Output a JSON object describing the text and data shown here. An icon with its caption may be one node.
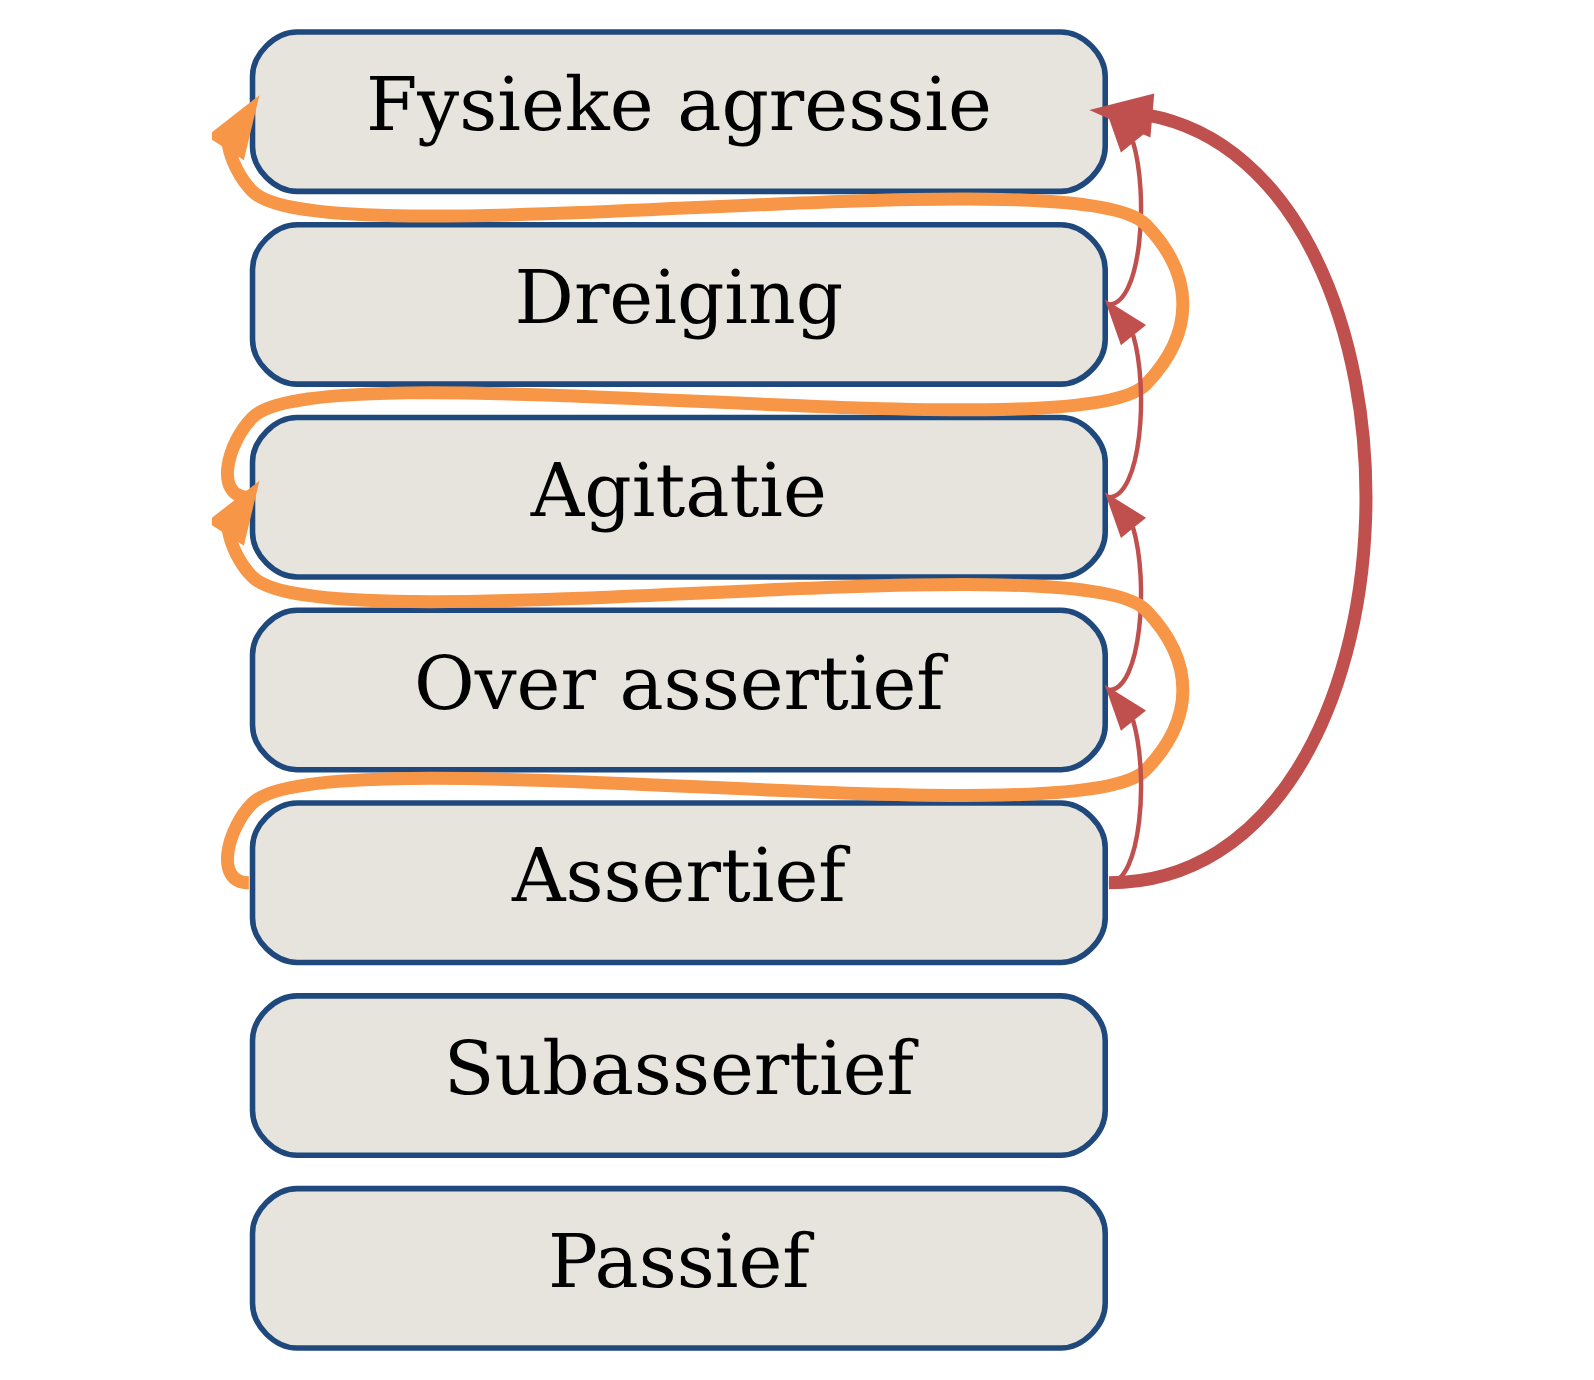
{
  "diagram": {
    "nodes": [
      {
        "text": [
          "Fysieke agressie"
        ]
      },
      {
        "text": [
          "Dreiging"
        ]
      },
      {
        "text": [
          "Agitatie"
        ]
      },
      {
        "text": [
          "Over assertief"
        ]
      },
      {
        "text": [
          "Assertief"
        ]
      },
      {
        "text": [
          "Subassertief"
        ]
      },
      {
        "text": [
          "Passief"
        ]
      }
    ],
    "edges": [
      {
        "from": 4,
        "to": 2,
        "arrow": "to",
        "style": "thick",
        "color": "#f79646"
      },
      {
        "from": 2,
        "to": 0,
        "arrow": "to",
        "style": "thick",
        "color": "#f79646"
      },
      {
        "from": 4,
        "to": 3,
        "arrow": "to"
      },
      {
        "from": 3,
        "to": 2,
        "arrow": "to"
      },
      {
        "from": 2,
        "to": 1,
        "arrow": "to"
      },
      {
        "from": 1,
        "to": 0,
        "arrow": "to"
      },
      {
        "from": 4,
        "to": 0,
        "arrow": "to",
        "style": "thick"
      }
    ]
  }
}
